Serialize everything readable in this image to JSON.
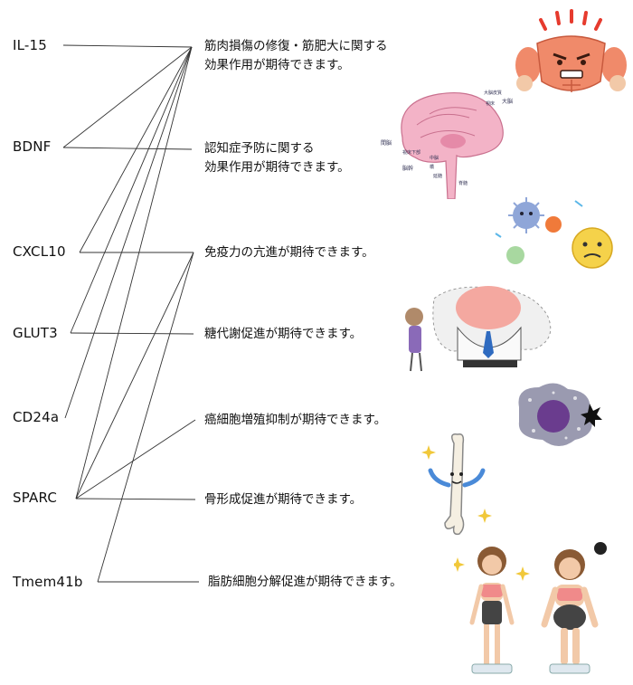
{
  "genes": [
    {
      "id": "il15",
      "label": "IL-15"
    },
    {
      "id": "bdnf",
      "label": "BDNF"
    },
    {
      "id": "cxcl10",
      "label": "CXCL10"
    },
    {
      "id": "glut3",
      "label": "GLUT3"
    },
    {
      "id": "cd24a",
      "label": "CD24a"
    },
    {
      "id": "sparc",
      "label": "SPARC"
    },
    {
      "id": "tmem41b",
      "label": "Tmem41b"
    }
  ],
  "effects": [
    {
      "id": "muscle",
      "lines": [
        "筋肉損傷の修復・筋肥大に関する",
        "効果作用が期待できます。"
      ]
    },
    {
      "id": "dementia",
      "lines": [
        "認知症予防に関する",
        "効果作用が期待できます。"
      ]
    },
    {
      "id": "immune",
      "lines": [
        "免疫力の亢進が期待できます。"
      ]
    },
    {
      "id": "glucose",
      "lines": [
        "糖代謝促進が期待できます。"
      ]
    },
    {
      "id": "cancer",
      "lines": [
        "癌細胞増殖抑制が期待できます。"
      ]
    },
    {
      "id": "bone",
      "lines": [
        "骨形成促進が期待できます。"
      ]
    },
    {
      "id": "fat",
      "lines": [
        "脂肪細胞分解促進が期待できます。"
      ]
    }
  ],
  "links": [
    [
      "il15",
      "muscle"
    ],
    [
      "bdnf",
      "muscle"
    ],
    [
      "bdnf",
      "dementia"
    ],
    [
      "cxcl10",
      "muscle"
    ],
    [
      "cxcl10",
      "immune"
    ],
    [
      "glut3",
      "muscle"
    ],
    [
      "glut3",
      "glucose"
    ],
    [
      "cd24a",
      "muscle"
    ],
    [
      "sparc",
      "muscle"
    ],
    [
      "sparc",
      "immune"
    ],
    [
      "sparc",
      "cancer"
    ],
    [
      "sparc",
      "bone"
    ],
    [
      "tmem41b",
      "immune"
    ],
    [
      "tmem41b",
      "fat"
    ]
  ],
  "brain_labels": [
    "大脳皮質",
    "大脳",
    "視床",
    "間脳",
    "視床下部",
    "中脳",
    "橋",
    "延髄",
    "脳幹",
    "脊髄"
  ],
  "colors": {
    "line": "#333333",
    "muscle": "#f08a6a",
    "brain": "#f3b3c7",
    "virus": "#8fa6d8",
    "fat_man": "#f4a8a0",
    "cancer": "#6a3c8e",
    "bone": "#f5efe2",
    "skin": "#f2c9a8"
  }
}
